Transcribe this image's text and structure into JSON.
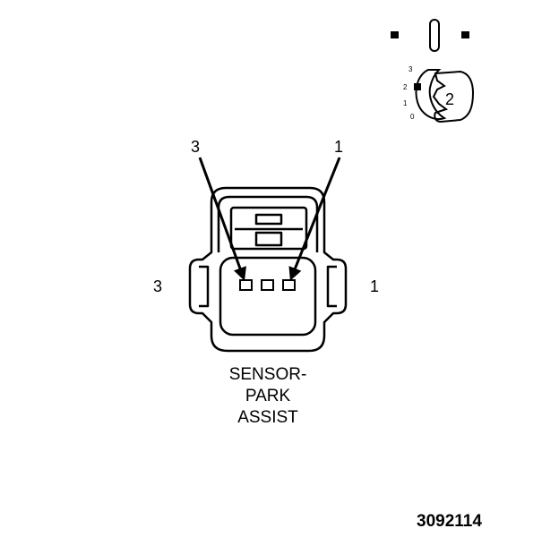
{
  "connector": {
    "title_lines": [
      "SENSOR-",
      "PARK",
      "ASSIST"
    ],
    "callout_top_left": "3",
    "callout_top_right": "1",
    "side_left": "3",
    "side_right": "1"
  },
  "key_inset": {
    "number": "2",
    "scale_labels": [
      "3",
      "2",
      "1",
      "0"
    ]
  },
  "figure_id": "3092114",
  "colors": {
    "line": "#000000",
    "background": "#ffffff"
  }
}
